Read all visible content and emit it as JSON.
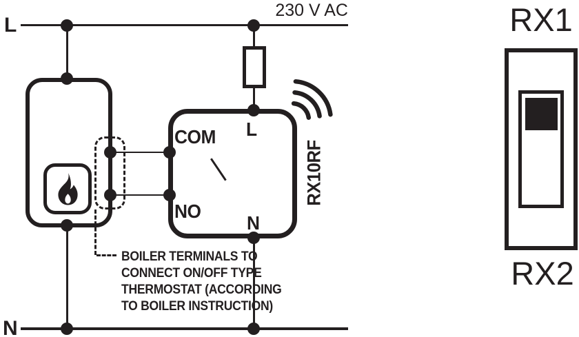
{
  "diagram": {
    "supply": {
      "live_label": "L",
      "neutral_label": "N",
      "voltage_label": "230 V AC"
    },
    "receiver": {
      "model": "RX10RF",
      "terminals": {
        "com": "COM",
        "no": "NO",
        "live": "L",
        "neutral": "N"
      }
    },
    "note_lines": [
      "BOILER TERMINALS TO",
      "CONNECT ON/OFF TYPE",
      "THERMOSTAT (ACCORDING",
      "TO BOILER INSTRUCTION)"
    ],
    "selector": {
      "top_label": "RX1",
      "bottom_label": "RX2"
    },
    "icons": {
      "flame": "flame-icon",
      "rf_waves": "rf-waves-icon",
      "fuse": "fuse-symbol"
    },
    "colors": {
      "ink": "#231f20",
      "background": "#ffffff"
    }
  }
}
